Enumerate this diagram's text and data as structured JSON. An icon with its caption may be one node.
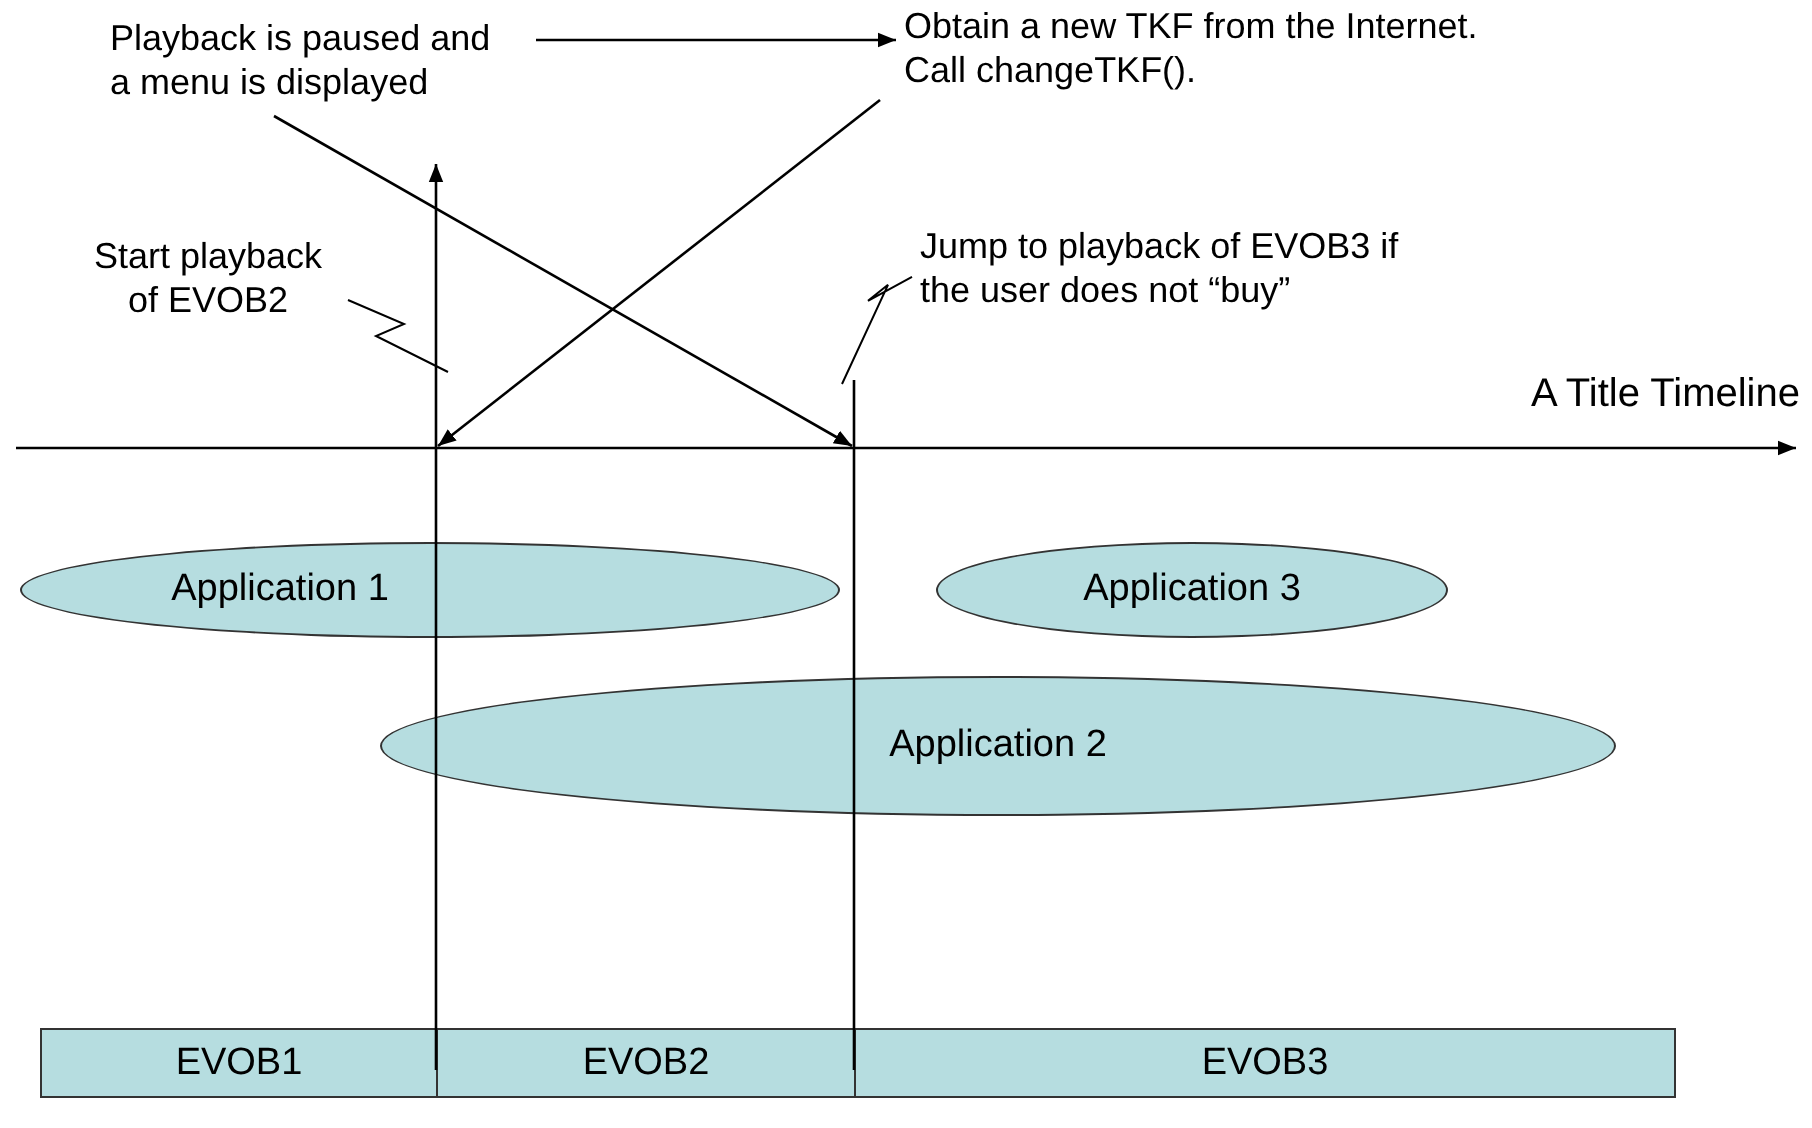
{
  "diagram": {
    "nodes": [
      {
        "text": [
          "Playback is paused and a menu is displayed"
        ]
      },
      {
        "text": [
          "Obtain a new TKF from the Internet. Call changeTKF()."
        ]
      },
      {
        "text": [
          "Start playback of EVOB2"
        ]
      },
      {
        "text": [
          "Jump to playback of EVOB3 if the user does not “buy”"
        ]
      },
      {
        "text": [],
        "shape": "line"
      },
      {
        "text": [],
        "shape": "line"
      },
      {
        "text": [
          "Application 1"
        ]
      },
      {
        "text": [
          "Application 3"
        ]
      },
      {
        "text": [
          "Application 2"
        ]
      },
      {
        "text": [
          "EVOB1"
        ]
      },
      {
        "text": [
          "EVOB2"
        ]
      },
      {
        "text": [
          "EVOB3"
        ]
      }
    ],
    "edges": [
      {
        "from": 0,
        "to": 1,
        "arrow": "to"
      },
      {
        "from": 1,
        "to": 4,
        "arrow": "to"
      },
      {
        "from": 0,
        "to": 5,
        "arrow": "to"
      },
      {
        "from": 2,
        "to": 4,
        "arrow": "none"
      },
      {
        "from": 3,
        "to": 5,
        "arrow": "none"
      }
    ],
    "labels": [
      "A Title Timeline"
    ]
  }
}
